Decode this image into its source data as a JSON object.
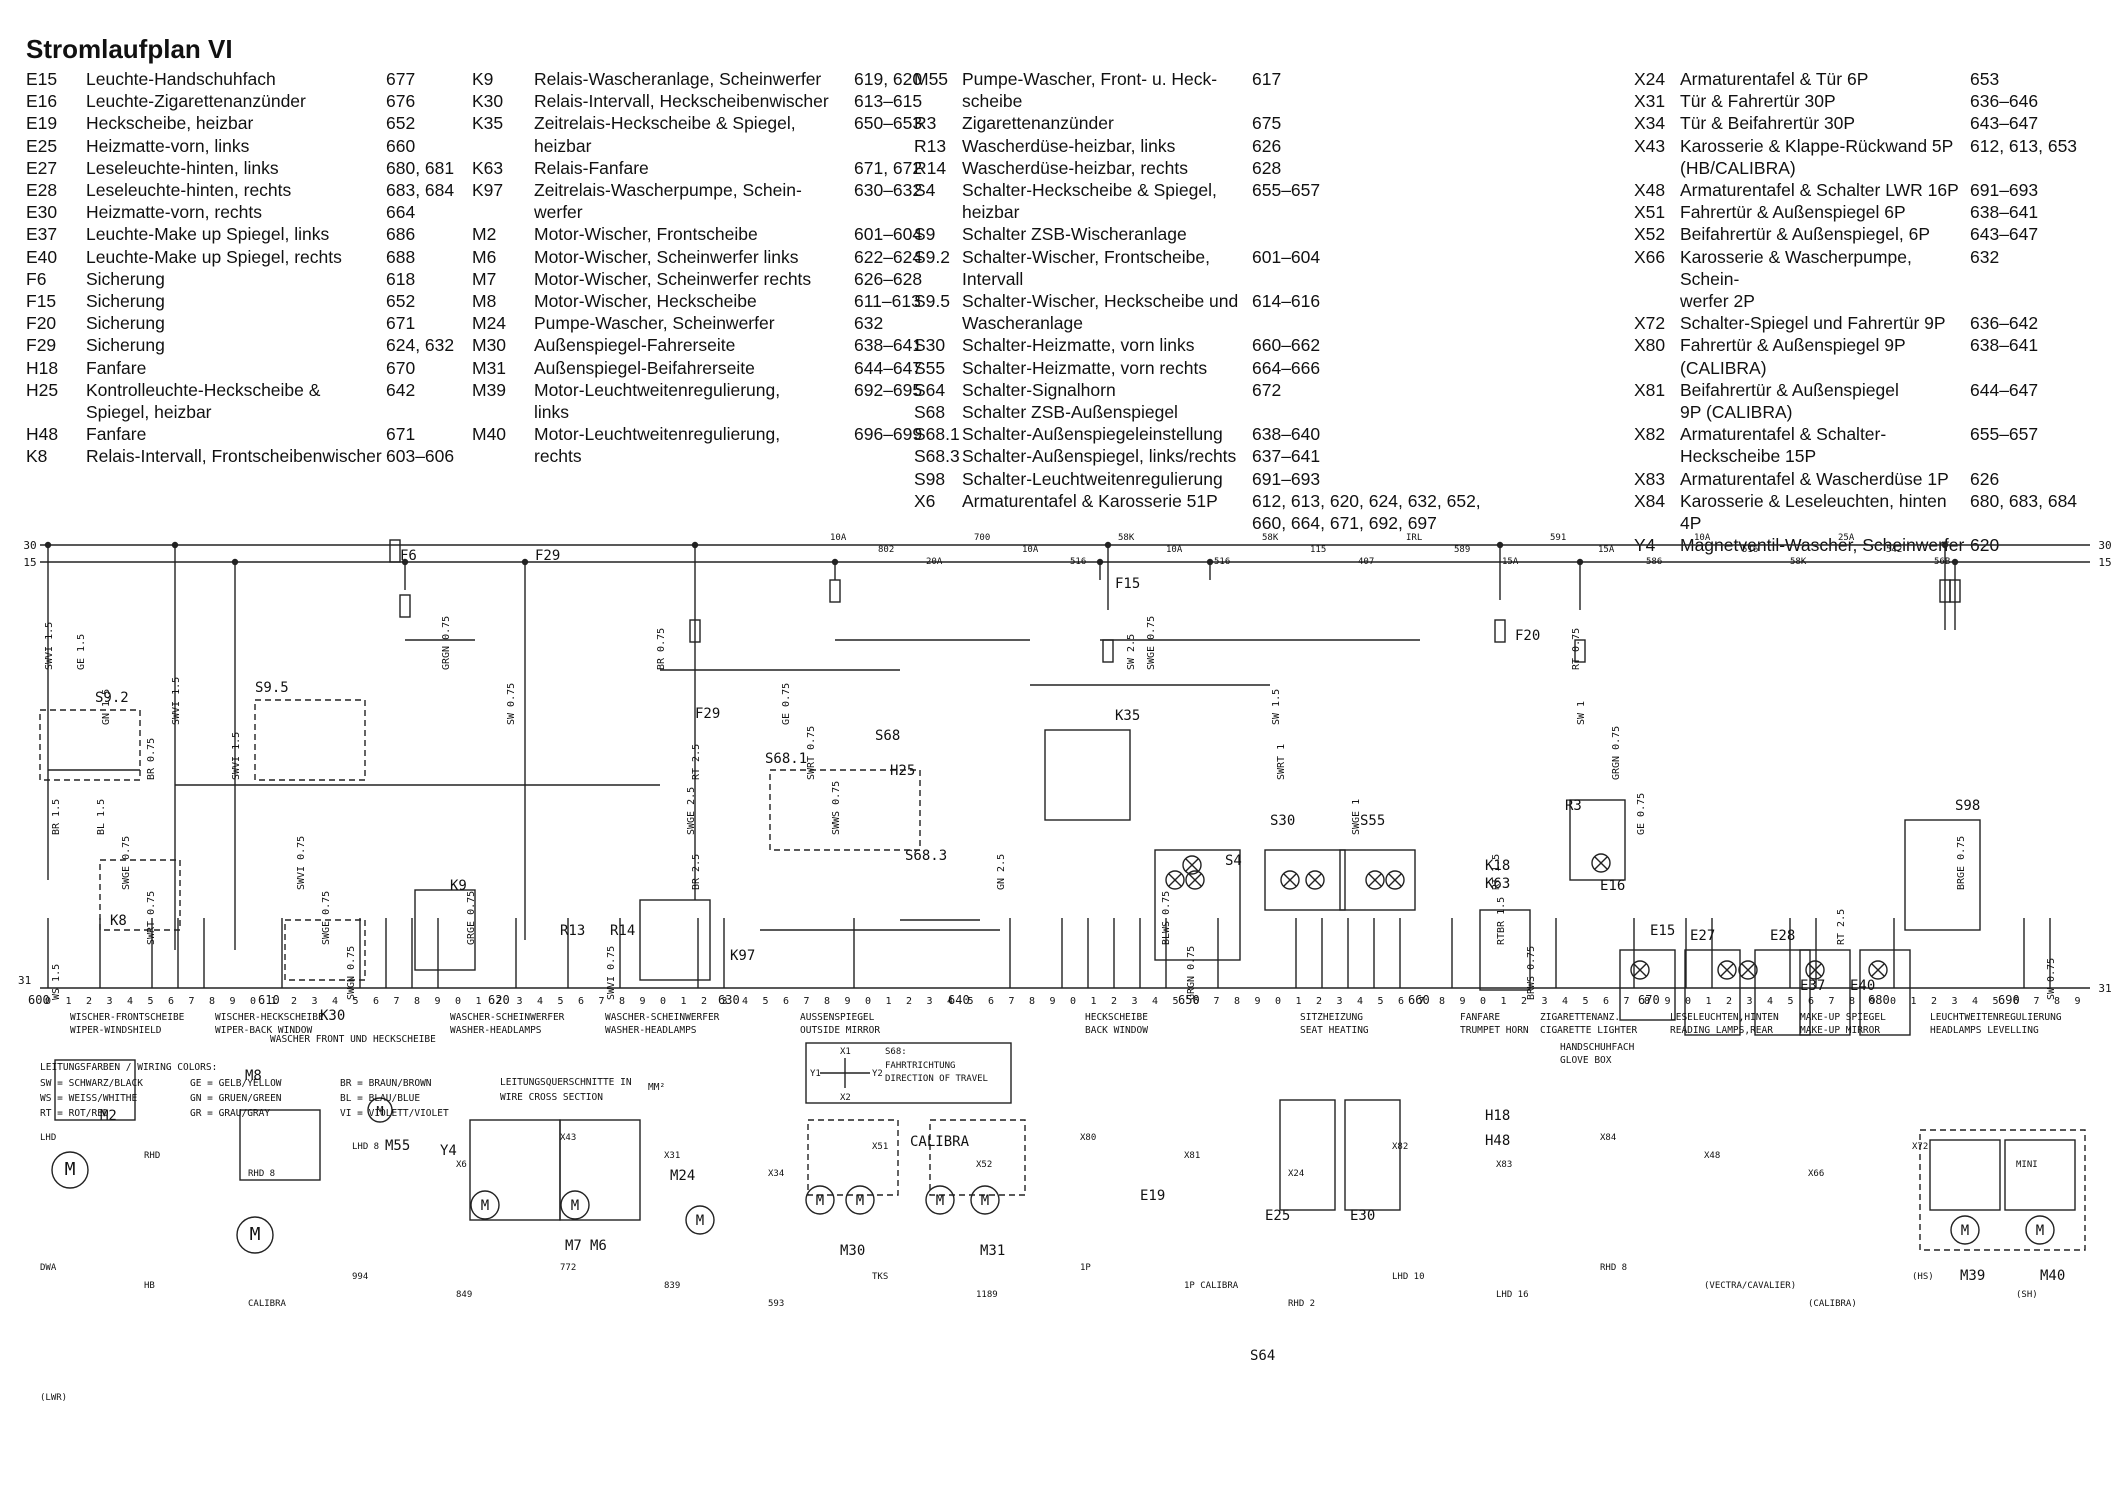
{
  "title": "Stromlaufplan VI",
  "legend_columns": [
    {
      "code_w": 60,
      "desc_w": 300,
      "items": [
        {
          "code": "E15",
          "desc": "Leuchte-Handschuhfach",
          "pages": "677"
        },
        {
          "code": "E16",
          "desc": "Leuchte-Zigarettenanzünder",
          "pages": "676"
        },
        {
          "code": "E19",
          "desc": "Heckscheibe, heizbar",
          "pages": "652"
        },
        {
          "code": "E25",
          "desc": "Heizmatte-vorn, links",
          "pages": "660"
        },
        {
          "code": "E27",
          "desc": "Leseleuchte-hinten, links",
          "pages": "680, 681"
        },
        {
          "code": "E28",
          "desc": "Leseleuchte-hinten, rechts",
          "pages": "683, 684"
        },
        {
          "code": "E30",
          "desc": "Heizmatte-vorn, rechts",
          "pages": "664"
        },
        {
          "code": "E37",
          "desc": "Leuchte-Make up Spiegel, links",
          "pages": "686"
        },
        {
          "code": "E40",
          "desc": "Leuchte-Make up Spiegel, rechts",
          "pages": "688"
        },
        {
          "code": "F6",
          "desc": "Sicherung",
          "pages": "618"
        },
        {
          "code": "F15",
          "desc": "Sicherung",
          "pages": "652"
        },
        {
          "code": "F20",
          "desc": "Sicherung",
          "pages": "671"
        },
        {
          "code": "F29",
          "desc": "Sicherung",
          "pages": "624, 632"
        },
        {
          "code": "H18",
          "desc": "Fanfare",
          "pages": "670"
        },
        {
          "code": "H25",
          "desc": "Kontrolleuchte-Heckscheibe &",
          "pages": "642"
        },
        {
          "code": "",
          "desc": "Spiegel, heizbar",
          "pages": ""
        },
        {
          "code": "H48",
          "desc": "Fanfare",
          "pages": "671"
        },
        {
          "code": "K8",
          "desc": "Relais-Intervall, Frontscheibenwischer",
          "pages": "603–606"
        }
      ]
    },
    {
      "code_w": 62,
      "desc_w": 320,
      "items": [
        {
          "code": "K9",
          "desc": "Relais-Wascheranlage, Scheinwerfer",
          "pages": "619, 620"
        },
        {
          "code": "K30",
          "desc": "Relais-Intervall, Heckscheibenwischer",
          "pages": "613–615"
        },
        {
          "code": "K35",
          "desc": "Zeitrelais-Heckscheibe & Spiegel,",
          "pages": "650–653"
        },
        {
          "code": "",
          "desc": "heizbar",
          "pages": ""
        },
        {
          "code": "K63",
          "desc": "Relais-Fanfare",
          "pages": "671, 672"
        },
        {
          "code": "K97",
          "desc": "Zeitrelais-Wascherpumpe, Schein-",
          "pages": "630–632"
        },
        {
          "code": "",
          "desc": "werfer",
          "pages": ""
        },
        {
          "code": "M2",
          "desc": "Motor-Wischer, Frontscheibe",
          "pages": "601–604"
        },
        {
          "code": "M6",
          "desc": "Motor-Wischer, Scheinwerfer links",
          "pages": "622–624"
        },
        {
          "code": "M7",
          "desc": "Motor-Wischer, Scheinwerfer rechts",
          "pages": "626–628"
        },
        {
          "code": "M8",
          "desc": "Motor-Wischer, Heckscheibe",
          "pages": "611–613"
        },
        {
          "code": "M24",
          "desc": "Pumpe-Wascher, Scheinwerfer",
          "pages": "632"
        },
        {
          "code": "M30",
          "desc": "Außenspiegel-Fahrerseite",
          "pages": "638–641"
        },
        {
          "code": "M31",
          "desc": "Außenspiegel-Beifahrerseite",
          "pages": "644–647"
        },
        {
          "code": "M39",
          "desc": "Motor-Leuchtweitenregulierung,",
          "pages": "692–695"
        },
        {
          "code": "",
          "desc": "links",
          "pages": ""
        },
        {
          "code": "M40",
          "desc": "Motor-Leuchtweitenregulierung,",
          "pages": "696–699"
        },
        {
          "code": "",
          "desc": "rechts",
          "pages": ""
        }
      ]
    },
    {
      "code_w": 48,
      "desc_w": 290,
      "items": [
        {
          "code": "M55",
          "desc": "Pumpe-Wascher, Front- u. Heck-",
          "pages": "617"
        },
        {
          "code": "",
          "desc": "scheibe",
          "pages": ""
        },
        {
          "code": "R3",
          "desc": "Zigarettenanzünder",
          "pages": "675"
        },
        {
          "code": "R13",
          "desc": "Wascherdüse-heizbar, links",
          "pages": "626"
        },
        {
          "code": "R14",
          "desc": "Wascherdüse-heizbar, rechts",
          "pages": "628"
        },
        {
          "code": "S4",
          "desc": "Schalter-Heckscheibe & Spiegel,",
          "pages": "655–657"
        },
        {
          "code": "",
          "desc": "heizbar",
          "pages": ""
        },
        {
          "code": "S9",
          "desc": "Schalter ZSB-Wischeranlage",
          "pages": ""
        },
        {
          "code": "S9.2",
          "desc": "Schalter-Wischer, Frontscheibe,",
          "pages": "601–604"
        },
        {
          "code": "",
          "desc": "Intervall",
          "pages": ""
        },
        {
          "code": "S9.5",
          "desc": "Schalter-Wischer, Heckscheibe und",
          "pages": "614–616"
        },
        {
          "code": "",
          "desc": "Wascheranlage",
          "pages": ""
        },
        {
          "code": "S30",
          "desc": "Schalter-Heizmatte, vorn links",
          "pages": "660–662"
        },
        {
          "code": "S55",
          "desc": "Schalter-Heizmatte, vorn rechts",
          "pages": "664–666"
        },
        {
          "code": "S64",
          "desc": "Schalter-Signalhorn",
          "pages": "672"
        },
        {
          "code": "S68",
          "desc": "Schalter ZSB-Außenspiegel",
          "pages": ""
        },
        {
          "code": "S68.1",
          "desc": "Schalter-Außenspiegeleinstellung",
          "pages": "638–640"
        },
        {
          "code": "S68.3",
          "desc": "Schalter-Außenspiegel, links/rechts",
          "pages": "637–641"
        },
        {
          "code": "S98",
          "desc": "Schalter-Leuchtweitenregulierung",
          "pages": "691–693"
        },
        {
          "code": "X6",
          "desc": "Armaturentafel & Karosserie 51P",
          "pages": "612, 613, 620, 624, 632, 652,"
        },
        {
          "code": "",
          "desc": "",
          "pages": "660, 664, 671, 692, 697"
        }
      ]
    },
    {
      "code_w": 46,
      "desc_w": 290,
      "items": [
        {
          "code": "X24",
          "desc": "Armaturentafel & Tür 6P",
          "pages": "653"
        },
        {
          "code": "X31",
          "desc": "Tür & Fahrertür 30P",
          "pages": "636–646"
        },
        {
          "code": "X34",
          "desc": "Tür & Beifahrertür 30P",
          "pages": "643–647"
        },
        {
          "code": "X43",
          "desc": "Karosserie & Klappe-Rückwand 5P",
          "pages": "612, 613, 653"
        },
        {
          "code": "",
          "desc": "(HB/CALIBRA)",
          "pages": ""
        },
        {
          "code": "X48",
          "desc": "Armaturentafel & Schalter LWR 16P",
          "pages": "691–693"
        },
        {
          "code": "X51",
          "desc": "Fahrertür & Außenspiegel 6P",
          "pages": "638–641"
        },
        {
          "code": "X52",
          "desc": "Beifahrertür & Außenspiegel, 6P",
          "pages": "643–647"
        },
        {
          "code": "X66",
          "desc": "Karosserie & Wascherpumpe, Schein-",
          "pages": "632"
        },
        {
          "code": "",
          "desc": "werfer 2P",
          "pages": ""
        },
        {
          "code": "X72",
          "desc": "Schalter-Spiegel und Fahrertür 9P",
          "pages": "636–642"
        },
        {
          "code": "X80",
          "desc": "Fahrertür & Außenspiegel 9P",
          "pages": "638–641"
        },
        {
          "code": "",
          "desc": "(CALIBRA)",
          "pages": ""
        },
        {
          "code": "X81",
          "desc": "Beifahrertür & Außenspiegel",
          "pages": "644–647"
        },
        {
          "code": "",
          "desc": "9P (CALIBRA)",
          "pages": ""
        },
        {
          "code": "X82",
          "desc": "Armaturentafel & Schalter-",
          "pages": "655–657"
        },
        {
          "code": "",
          "desc": "Heckscheibe 15P",
          "pages": ""
        },
        {
          "code": "X83",
          "desc": "Armaturentafel & Wascherdüse 1P",
          "pages": "626"
        },
        {
          "code": "X84",
          "desc": "Karosserie & Leseleuchten, hinten 4P",
          "pages": "680, 683, 684"
        },
        {
          "code": "Y4",
          "desc": "Magnetventil-Wascher, Scheinwerfer",
          "pages": "620"
        }
      ]
    }
  ],
  "diagram": {
    "rail_labels": {
      "r30": "30",
      "r15": "15",
      "r31": "31"
    },
    "component_labels": [
      "S9.2",
      "S9.5",
      "F6",
      "F29",
      "K8",
      "K30",
      "M2",
      "M8",
      "M55",
      "K9",
      "Y4",
      "R13",
      "R14",
      "K97",
      "M24",
      "F29",
      "M6",
      "M7",
      "S68.1",
      "S68",
      "H25",
      "S68.3",
      "M30",
      "M31",
      "F15",
      "K35",
      "S4",
      "E19",
      "S30",
      "S55",
      "E25",
      "E30",
      "F20",
      "K18",
      "K63",
      "H18",
      "H48",
      "S64",
      "R3",
      "E16",
      "E15",
      "E27",
      "E28",
      "E37",
      "E40",
      "S98",
      "M39",
      "M40",
      "CALIBRA"
    ],
    "wire_labels": [
      "SWVI 1.5",
      "SWVI 1.5",
      "SWVI 1.5",
      "BL 1.5",
      "SWGE 0.75",
      "SWRT 0.75",
      "WS 1.5",
      "GE 1.5",
      "GN 1.5",
      "BR 0.75",
      "BR 1.5",
      "SWVI 0.75",
      "SWGE 0.75",
      "SWGN 0.75",
      "GRGN 0.75",
      "SW 0.75",
      "RT 2.5",
      "SWGE 2.5",
      "BR 2.5",
      "GRGE 0.75",
      "SWVI 0.75",
      "BR 0.75",
      "GE 0.75",
      "SWRT 0.75",
      "SWWS 0.75",
      "GN 2.5",
      "BLWS 0.75",
      "GRGN 0.75",
      "SWGE 0.75",
      "SW 1.5",
      "SWRT 1",
      "SWGE 1",
      "RT 1.5",
      "RTBR 1.5",
      "BRWS 0.75",
      "RT 0.75",
      "SW 1",
      "GRGN 0.75",
      "GE 0.75",
      "BRGE 0.75",
      "RT 2.5",
      "SW 0.75",
      "SW 2.5"
    ],
    "fuse_labels": [
      "10A",
      "802",
      "20A",
      "700",
      "10A",
      "516",
      "58K",
      "10A",
      "516",
      "58K",
      "115",
      "407",
      "IRL",
      "589",
      "15A",
      "591",
      "15A",
      "586",
      "10A",
      "516",
      "58K",
      "25A",
      "542",
      "56B"
    ],
    "misc_labels": [
      "LHD",
      "RHD",
      "RHD 8",
      "LHD 8",
      "X6",
      "X43",
      "X31",
      "X34",
      "X51",
      "X52",
      "X80",
      "X81",
      "X24",
      "X82",
      "X83",
      "X84",
      "X48",
      "X66",
      "X72",
      "MINI",
      "DWA",
      "HB",
      "CALIBRA",
      "994",
      "849",
      "772",
      "839",
      "593",
      "TKS",
      "1189",
      "1P",
      "1P CALIBRA",
      "RHD 2",
      "LHD 10",
      "LHD 16",
      "RHD 8",
      "(VECTRA/CAVALIER)",
      "(CALIBRA)",
      "(HS)",
      "(SH)",
      "(LWR)"
    ],
    "page_numbers": [
      "600",
      "610",
      "620",
      "630",
      "640",
      "650",
      "660",
      "670",
      "680",
      "690"
    ],
    "section_labels": [
      {
        "de": "WISCHER-FRONTSCHEIBE",
        "en": "WIPER-WINDSHIELD"
      },
      {
        "de": "WISCHER-HECKSCHEIBE",
        "en": "WIPER-BACK WINDOW"
      },
      {
        "de": "WASCHER FRONT UND HECKSCHEIBE",
        "en": ""
      },
      {
        "de": "WASCHER-SCHEINWERFER",
        "en": "WASHER-HEADLAMPS"
      },
      {
        "de": "WASCHER-SCHEINWERFER",
        "en": "WASHER-HEADLAMPS"
      },
      {
        "de": "AUSSENSPIEGEL",
        "en": "OUTSIDE MIRROR"
      },
      {
        "de": "HECKSCHEIBE",
        "en": "BACK WINDOW"
      },
      {
        "de": "SITZHEIZUNG",
        "en": "SEAT HEATING"
      },
      {
        "de": "FANFARE",
        "en": "TRUMPET HORN"
      },
      {
        "de": "ZIGARETTENANZ.",
        "en": "CIGARETTE LIGHTER"
      },
      {
        "de": "HANDSCHUHFACH",
        "en": "GLOVE BOX"
      },
      {
        "de": "LESELEUCHTEN,HINTEN",
        "en": "READING LAMPS,REAR"
      },
      {
        "de": "MAKE-UP SPIEGEL",
        "en": "MAKE-UP MIRROR"
      },
      {
        "de": "LEUCHTWEITENREGULIERUNG",
        "en": "HEADLAMPS LEVELLING"
      }
    ],
    "wire_colors_title": "LEITUNGSFARBEN / WIRING COLORS:",
    "wire_colors": [
      [
        "SW = SCHWARZ/BLACK",
        "GE = GELB/YELLOW",
        "BR = BRAUN/BROWN"
      ],
      [
        "WS = WEISS/WHITHE",
        "GN = GRUEN/GREEN",
        "BL = BLAU/BLUE"
      ],
      [
        "RT = ROT/RED",
        "GR = GRAU/GRAY",
        "VI = VIOLETT/VIOLET"
      ]
    ],
    "cross_section": [
      "LEITUNGSQUERSCHNITTE IN",
      "WIRE CROSS SECTION",
      "MM²"
    ],
    "direction_box": {
      "x1": "X1",
      "x2": "X2",
      "y1": "Y1",
      "y2": "Y2",
      "title": "S68:",
      "line1": "FAHRTRICHTUNG",
      "line2": "DIRECTION OF TRAVEL"
    }
  }
}
